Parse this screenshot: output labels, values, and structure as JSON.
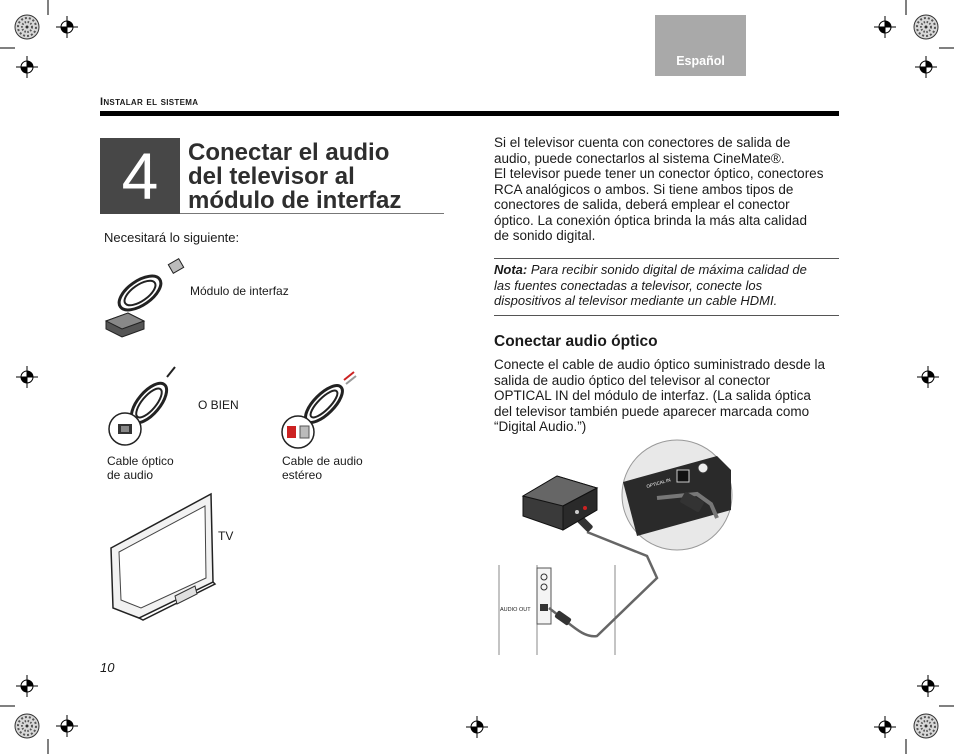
{
  "header": {
    "language_tab": "Español",
    "section_title": "Instalar el sistema"
  },
  "step": {
    "number": "4",
    "title_lines": [
      "Conectar el audio",
      "del televisor al",
      "módulo de interfaz"
    ]
  },
  "left": {
    "need_text": "Necesitará lo siguiente:",
    "items": {
      "module": "Módulo de interfaz",
      "or": "O BIEN",
      "optical_lines": [
        "Cable óptico",
        "de audio"
      ],
      "stereo_lines": [
        "Cable de audio",
        "estéreo"
      ],
      "tv": "TV"
    }
  },
  "right": {
    "intro_lines": [
      "Si el televisor cuenta con conectores de salida de",
      "audio, puede conectarlos al sistema CineMate®.",
      "El televisor puede tener un conector óptico, conectores",
      "RCA analógicos o ambos. Si tiene ambos tipos de",
      "conectores de salida, deberá emplear el conector",
      "óptico. La conexión óptica brinda la más alta calidad",
      "de sonido digital."
    ],
    "note_label": "Nota:",
    "note_lines": [
      " Para recibir sonido digital de máxima calidad de",
      "las fuentes conectadas a televisor, conecte los",
      "dispositivos al televisor mediante un cable HDMI."
    ],
    "subheading": "Conectar audio óptico",
    "body_lines": [
      "Conecte el cable de audio óptico suministrado desde la",
      "salida de audio óptico del televisor al conector",
      "OPTICAL IN del módulo de interfaz. (La salida óptica",
      "del televisor también puede aparecer marcada como",
      "“Digital Audio.”)"
    ],
    "diagram": {
      "audio_out_label": "AUDIO OUT",
      "optical_in_label": "OPTICAL IN"
    }
  },
  "footer": {
    "page_number": "10"
  },
  "colors": {
    "language_tab": "#a9a9a9",
    "step_box": "#474747",
    "rule": "#000000"
  }
}
